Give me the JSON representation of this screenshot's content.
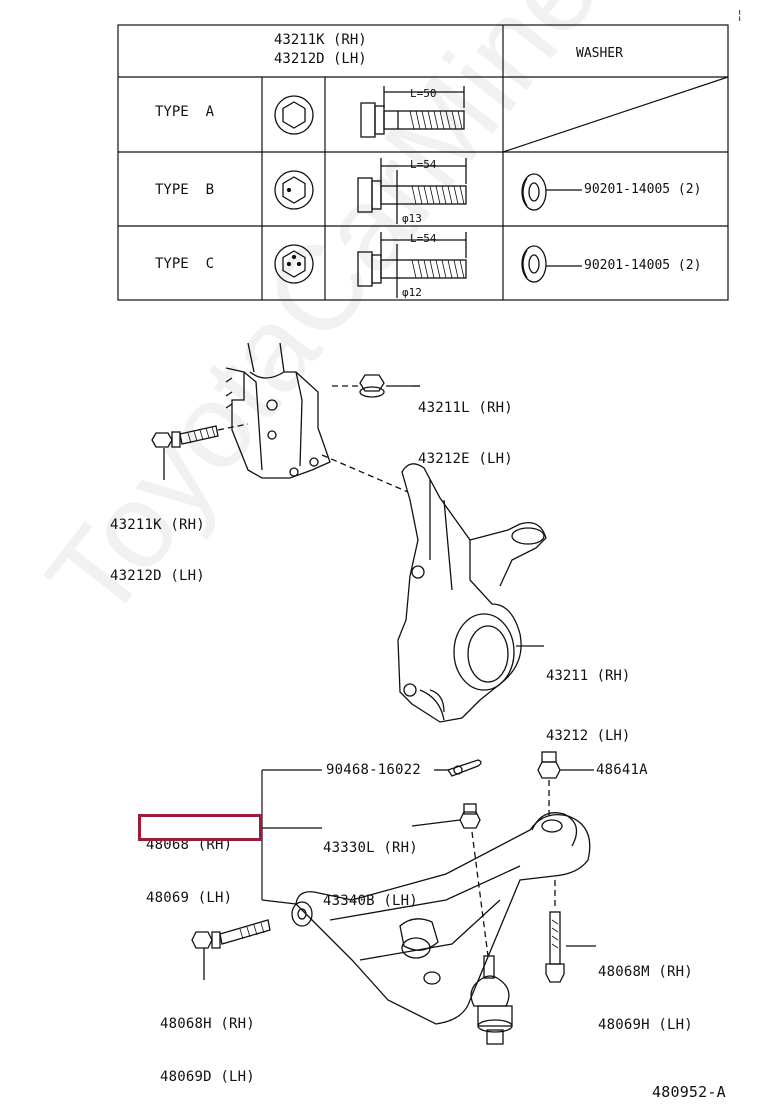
{
  "table": {
    "header_bolt_part": [
      "43211K (RH)",
      "43212D (LH)"
    ],
    "header_washer": "WASHER",
    "rows": [
      {
        "type": "TYPE  A",
        "length": "L=50",
        "diameter": "",
        "washer": ""
      },
      {
        "type": "TYPE  B",
        "length": "L=54",
        "diameter": "φ13",
        "washer": "90201-14005 (2)"
      },
      {
        "type": "TYPE  C",
        "length": "L=54",
        "diameter": "φ12",
        "washer": "90201-14005 (2)"
      }
    ]
  },
  "callouts": {
    "nut_top": [
      "43211L (RH)",
      "43212E (LH)"
    ],
    "bolt_left": [
      "43211K (RH)",
      "43212D (LH)"
    ],
    "knuckle": [
      "43211 (RH)",
      "43212 (LH)"
    ],
    "cotter_pin": "90468-16022",
    "nut_right": "48641A",
    "arm": [
      "48068 (RH)",
      "48069 (LH)"
    ],
    "ball_joint_nut": [
      "43330L (RH)",
      "43340B (LH)"
    ],
    "bolt_rear": [
      "48068M (RH)",
      "48069H (LH)"
    ],
    "bolt_front": [
      "48068H (RH)",
      "48069D (LH)"
    ]
  },
  "highlighted_part": "48069 (LH)",
  "diagram_code": "480952-A",
  "watermark": "ToyotaCarMine.ru",
  "corner_mark": "¦",
  "highlight_color": "#9b1b3a"
}
